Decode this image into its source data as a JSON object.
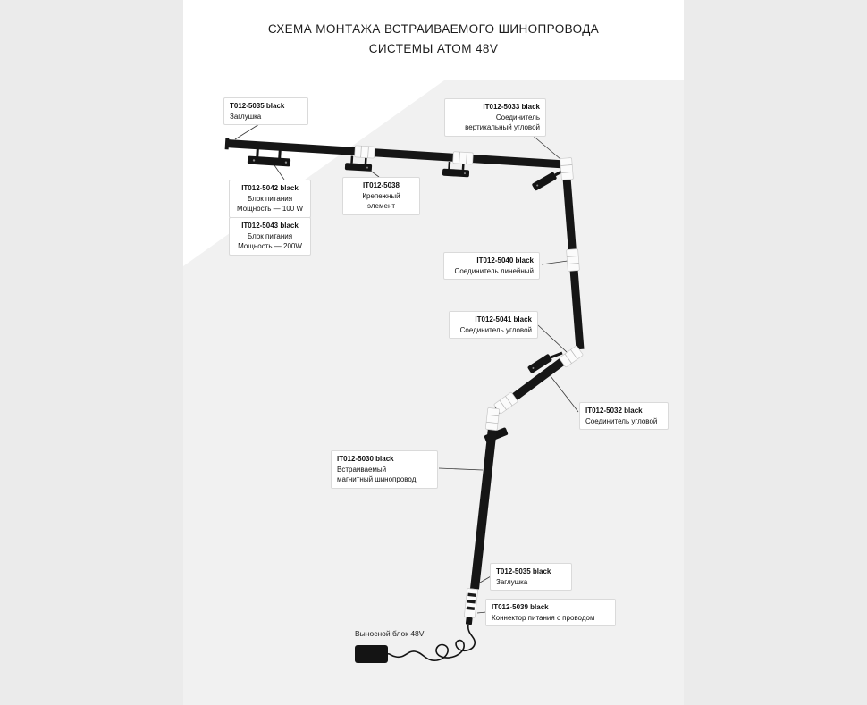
{
  "page": {
    "title_line1": "СХЕМА МОНТАЖА ВСТРАИВАЕМОГО ШИНОПРОВОДА",
    "title_line2": "СИСТЕМЫ АТОМ 48V"
  },
  "colors": {
    "outer_background": "#ebebeb",
    "panel": "#ffffff",
    "wall": "#f1f1f1",
    "track": "#161616",
    "sleeve": "#fbfbfb",
    "callout_border": "#dadada"
  },
  "labels": [
    {
      "id": "end-cap-top",
      "code": "T012-5035 black",
      "desc": [
        "Заглушка"
      ]
    },
    {
      "id": "corner-vertical",
      "code": "IT012-5033 black",
      "desc": [
        "Соединитель",
        "вертикальный угловой"
      ]
    },
    {
      "id": "psu-100",
      "code": "IT012-5042 black",
      "desc": [
        "Блок питания",
        "Мощность — 100 W"
      ]
    },
    {
      "id": "mounting-element",
      "code": "IT012-5038",
      "desc": [
        "Крепежный элемент"
      ]
    },
    {
      "id": "psu-200",
      "code": "IT012-5043 black",
      "desc": [
        "Блок питания",
        "Мощность — 200W"
      ]
    },
    {
      "id": "linear-connector",
      "code": "IT012-5040 black",
      "desc": [
        "Соединитель линейный"
      ]
    },
    {
      "id": "corner-connector-1",
      "code": "IT012-5041 black",
      "desc": [
        "Соединитель угловой"
      ]
    },
    {
      "id": "corner-connector-2",
      "code": "IT012-5032 black",
      "desc": [
        "Соединитель угловой"
      ]
    },
    {
      "id": "magnetic-track",
      "code": "IT012-5030 black",
      "desc": [
        "Встраиваемый",
        "магнитный шинопровод"
      ]
    },
    {
      "id": "end-cap-bottom",
      "code": "T012-5035 black",
      "desc": [
        "Заглушка"
      ]
    },
    {
      "id": "power-connector",
      "code": "IT012-5039 black",
      "desc": [
        "Коннектор питания с проводом"
      ]
    },
    {
      "id": "external-block",
      "code": "",
      "desc": [
        "Выносной блок 48V"
      ]
    }
  ]
}
